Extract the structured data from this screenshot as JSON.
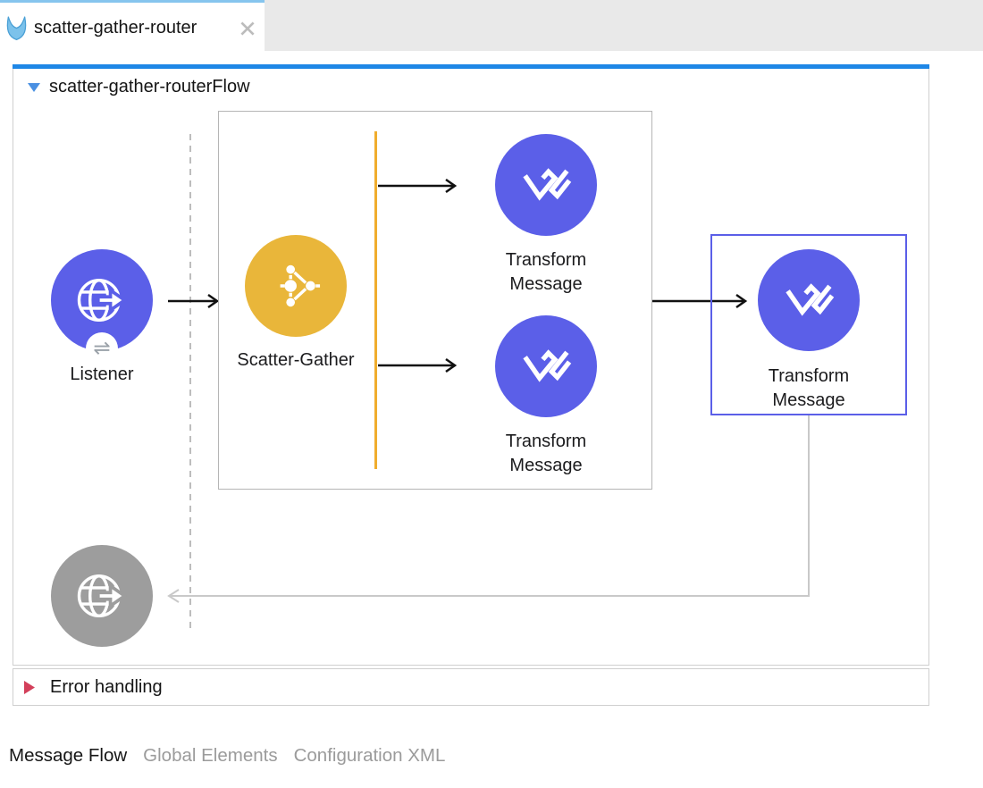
{
  "window": {
    "tab": {
      "title": "scatter-gather-router"
    }
  },
  "flow": {
    "title": "scatter-gather-routerFlow",
    "nodes": {
      "listener": {
        "label": "Listener",
        "color": "#5b5fe8",
        "badge": "exchange-arrows"
      },
      "scatter_gather": {
        "label": "Scatter-Gather",
        "color": "#e9b63a"
      },
      "transform_top": {
        "label": "Transform Message",
        "color": "#5b5fe8"
      },
      "transform_bottom": {
        "label": "Transform Message",
        "color": "#5b5fe8"
      },
      "transform_final": {
        "label": "Transform Message",
        "color": "#5b5fe8",
        "selected": true
      },
      "response": {
        "label": "",
        "color": "#9d9d9d"
      }
    },
    "error_handling": {
      "label": "Error handling"
    }
  },
  "bottom_tabs": [
    {
      "label": "Message Flow",
      "active": true
    },
    {
      "label": "Global Elements",
      "active": false
    },
    {
      "label": "Configuration XML",
      "active": false
    }
  ],
  "icons": {
    "tab_logo": "mule-logo",
    "tab_close": "close-x",
    "flow_collapse": "triangle-down-blue",
    "listener": "globe-with-arrow",
    "listener_badge": "exchange-arrows",
    "scatter_gather": "scatter-nodes",
    "transform": "dataweave-logo",
    "response": "globe-with-arrow",
    "error_collapse": "triangle-right-red"
  },
  "colors": {
    "flow_top_bar": "#1e87e6",
    "tab_top_border": "#86c5ee",
    "node_purple": "#5b5fe8",
    "node_yellow": "#e9b63a",
    "node_gray": "#9d9d9d",
    "selection_border": "#5b5fe8",
    "route_bar_orange": "#f0ad2d",
    "connector_black": "#111111",
    "connector_gray": "#c9c9c9",
    "dashed_guide_gray": "#bdbdbd",
    "error_triangle_red": "#d33f5a",
    "tabstrip_fill": "#e9e9e9"
  }
}
